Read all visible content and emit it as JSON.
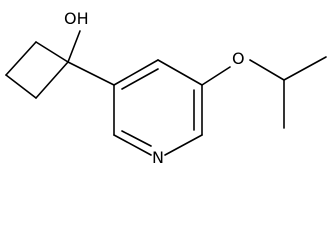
{
  "structure": {
    "atoms": {
      "hydroxyl": "OH",
      "ether_oxygen": "O",
      "ring_nitrogen": "N"
    }
  }
}
